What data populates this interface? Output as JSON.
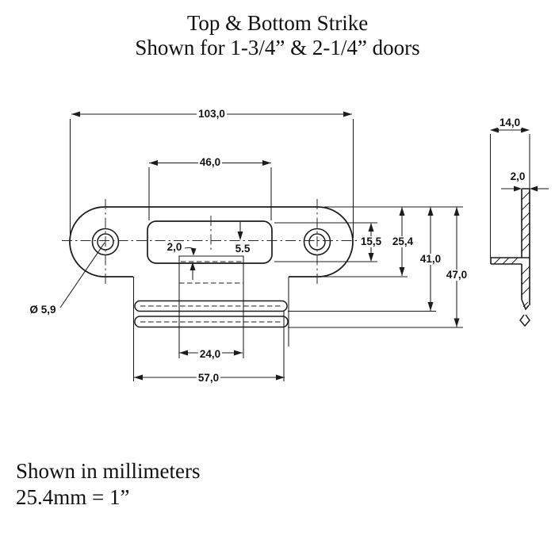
{
  "title": {
    "line1": "Top & Bottom Strike",
    "line2": "Shown for 1-3/4” & 2-1/4” doors"
  },
  "front_view": {
    "dim_overall_length": "103,0",
    "dim_opening_width": "46,0",
    "dim_material_thickness": "2,0",
    "dim_lip_depth": "5.5",
    "dim_opening_height": "15,5",
    "dim_face_height": "25,4",
    "dim_to_first_fold": "41,0",
    "dim_to_second_fold": "47,0",
    "dim_box_width": "24,0",
    "dim_tab_width": "57,0",
    "dim_hole_diameter": "Ø 5,9"
  },
  "side_view": {
    "dim_flange_width": "14,0",
    "dim_material_thickness": "2,0"
  },
  "footer": {
    "line1": "Shown in millimeters",
    "line2": "25.4mm = 1”"
  }
}
